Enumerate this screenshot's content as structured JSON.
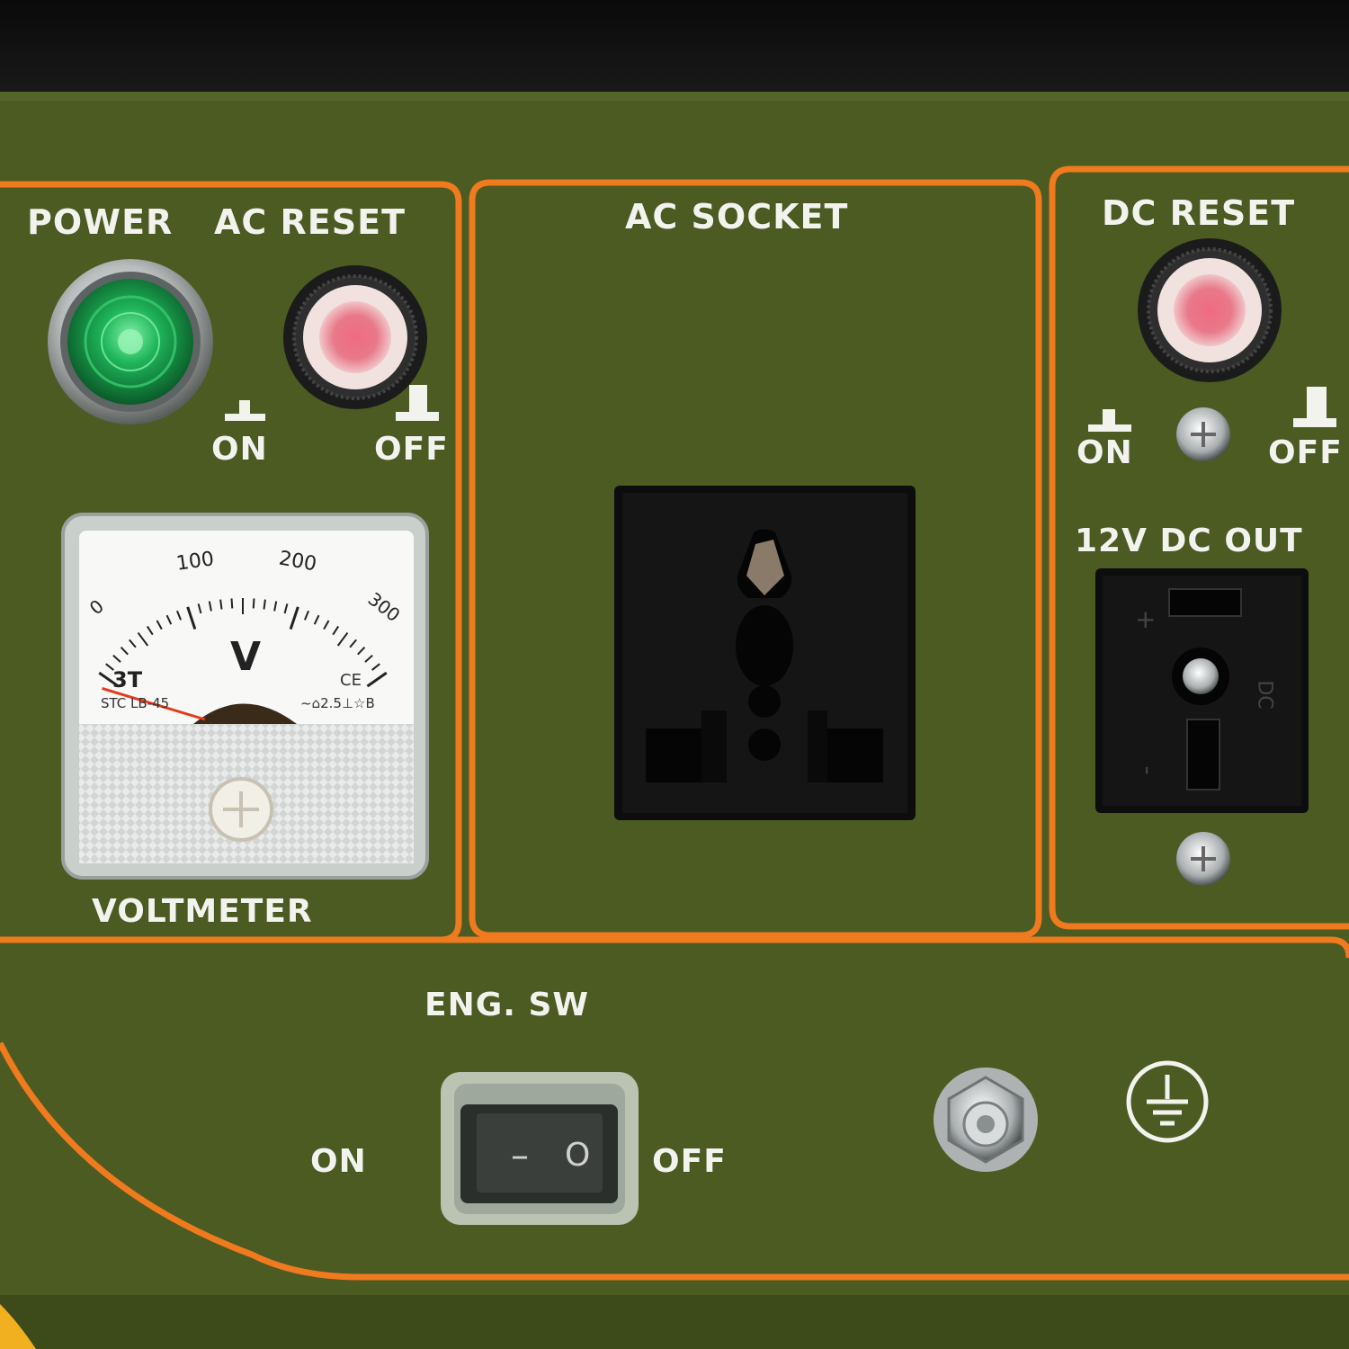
{
  "labels": {
    "power": "POWER",
    "ac_reset": "AC RESET",
    "ac_socket": "AC SOCKET",
    "dc_reset": "DC RESET",
    "ac_on": "ON",
    "ac_off": "OFF",
    "dc_on": "ON",
    "dc_off": "OFF",
    "dc_out": "12V DC OUT",
    "voltmeter": "VOLTMETER",
    "eng_sw": "ENG. SW",
    "eng_on": "ON",
    "eng_off": "OFF"
  },
  "meter": {
    "ticks": [
      "0",
      "100",
      "200",
      "300"
    ],
    "unit": "V",
    "brand": "3T",
    "model": "STC LB-45",
    "ce": "CE",
    "spec": "~⌂2.5⊥☆B",
    "reading": 0
  },
  "dc_socket": {
    "plus": "+",
    "minus": "-",
    "side_text": "DC"
  },
  "rocker": {
    "on_symbol": "–",
    "off_symbol": "O"
  },
  "colors": {
    "panel": "#4a5a22",
    "trim": "#f07a1e",
    "label": "#f3f3ee",
    "lamp": "#1fa84a",
    "reset_button": "#e86a78"
  }
}
